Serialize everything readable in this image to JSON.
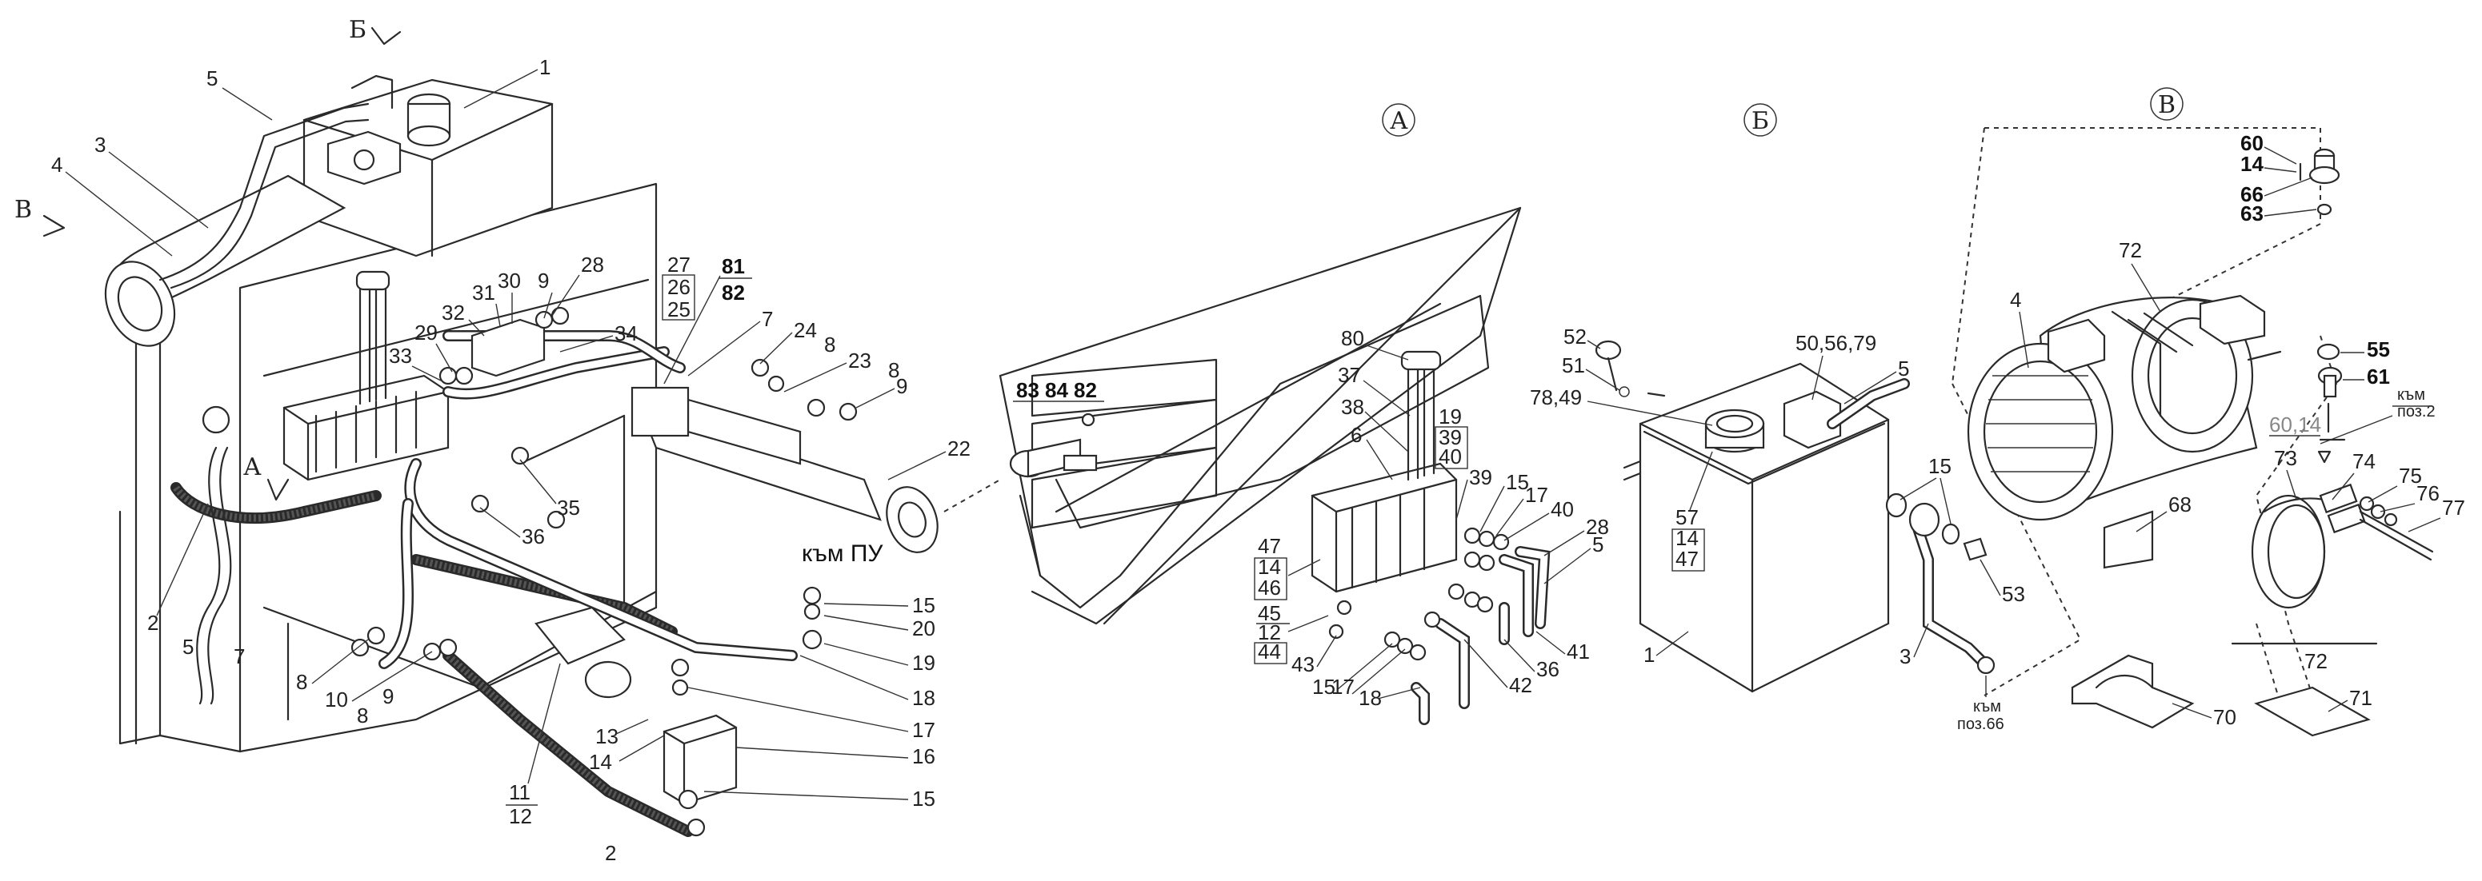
{
  "views": {
    "a": "А",
    "b": "Б",
    "v": "В"
  },
  "arrows": {
    "b": "Б",
    "v": "В",
    "a": "А"
  },
  "notes": {
    "to_pu": "към ПУ",
    "to_pos66_line1": "към",
    "to_pos66_line2": "поз.66",
    "to_pos2_line1": "към",
    "to_pos2_line2": "поз.2"
  },
  "main_labels": {
    "n1": "1",
    "n2a": "2",
    "n2b": "2",
    "n3": "3",
    "n4": "4",
    "n5a": "5",
    "n5b": "5",
    "n7a": "7",
    "n7b": "7",
    "n8a": "8",
    "n8b": "8",
    "n8c": "8",
    "n8d": "8",
    "n9a": "9",
    "n9b": "9",
    "n9c": "9",
    "n10": "10",
    "n11": "11",
    "n12": "12",
    "n13": "13",
    "n14": "14",
    "n15a": "15",
    "n15b": "15",
    "n16": "16",
    "n17": "17",
    "n18": "18",
    "n19": "19",
    "n20": "20",
    "n22": "22",
    "n23": "23",
    "n24": "24",
    "n25": "25",
    "n26": "26",
    "n27": "27",
    "n28": "28",
    "n29": "29",
    "n30": "30",
    "n31": "31",
    "n32": "32",
    "n33": "33",
    "n34": "34",
    "n35": "35",
    "n36": "36",
    "n81": "81",
    "n82": "82"
  },
  "view_a_labels": {
    "n83": "83",
    "n84": "84",
    "n82": "82",
    "n80": "80",
    "n37": "37",
    "n38": "38",
    "n6": "6",
    "n19": "19",
    "n39a": "39",
    "n40a": "40",
    "n39": "39",
    "n15": "15",
    "n17": "17",
    "n40": "40",
    "n28": "28",
    "n5": "5",
    "n47": "47",
    "n14": "14",
    "n46": "46",
    "n45": "45",
    "n12": "12",
    "n44": "44",
    "n43": "43",
    "n15b": "15",
    "n17b": "17",
    "n18": "18",
    "n42": "42",
    "n36": "36",
    "n41": "41"
  },
  "view_b_labels": {
    "n52": "52",
    "n51": "51",
    "n7849": "78,49",
    "n505679": "50,56,79",
    "n5": "5",
    "n57": "57",
    "n14": "14",
    "n47": "47",
    "n1": "1",
    "n15": "15",
    "n53": "53",
    "n3": "3"
  },
  "view_v_labels": {
    "n60": "60",
    "n14": "14",
    "n66": "66",
    "n63": "63",
    "n72a": "72",
    "n4": "4",
    "n55": "55",
    "n61": "61",
    "n6014": "60,14",
    "n73": "73",
    "n74": "74",
    "n75": "75",
    "n76": "76",
    "n77": "77",
    "n68": "68",
    "n72b": "72",
    "n70": "70",
    "n71": "71"
  }
}
